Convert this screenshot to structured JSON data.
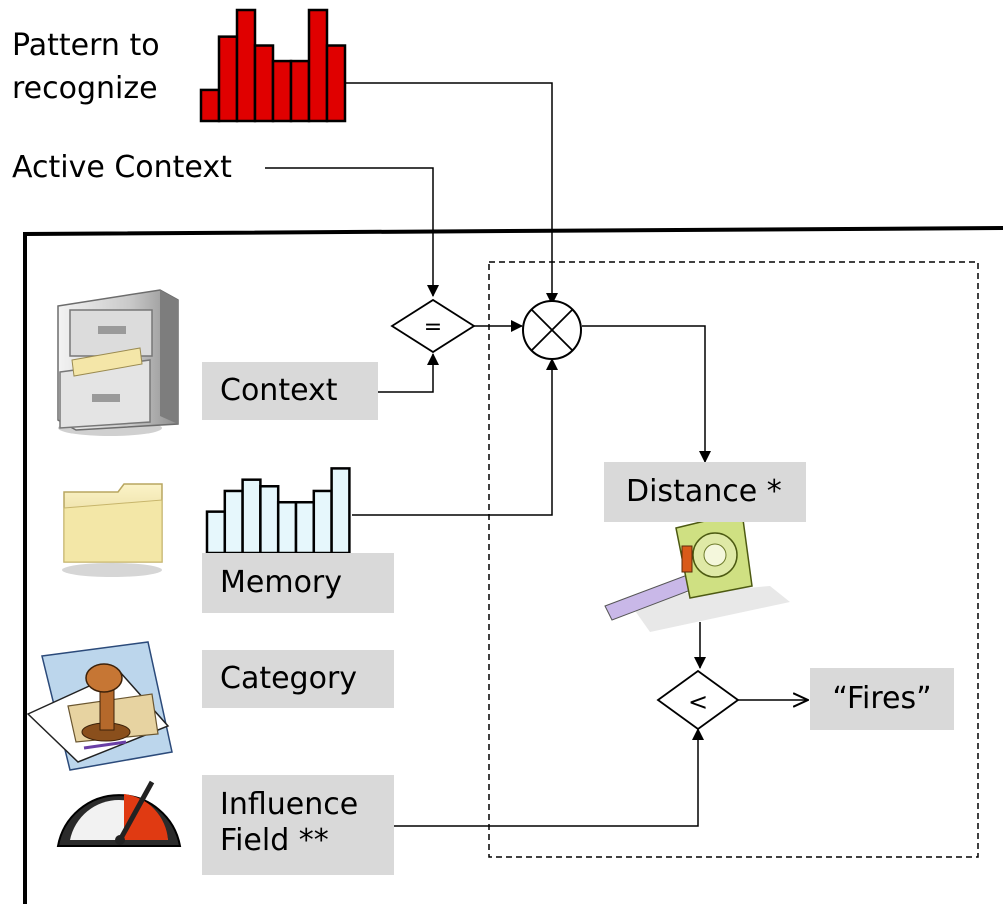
{
  "labels": {
    "pattern_line1": "Pattern to",
    "pattern_line2": "recognize",
    "active_context": "Active Context"
  },
  "boxes": {
    "context": "Context",
    "memory": "Memory",
    "category": "Category",
    "influence_line1": "Influence",
    "influence_line2": "Field **",
    "distance": "Distance *",
    "fires": "“Fires”"
  },
  "operators": {
    "equals": "=",
    "less_than": "<"
  },
  "pattern_bars": [
    0.28,
    0.76,
    1.0,
    0.68,
    0.54,
    0.54,
    1.0,
    0.68
  ],
  "memory_bars": [
    0.44,
    0.66,
    0.78,
    0.71,
    0.54,
    0.54,
    0.66,
    0.9
  ],
  "colors": {
    "pattern_fill": "#e00000",
    "pattern_stroke": "#000000",
    "memory_fill": "#e6f7fc",
    "memory_stroke": "#000000",
    "box_fill": "#d9d9d9"
  },
  "icons": [
    "file-cabinet-icon",
    "folder-icon",
    "stamp-icon",
    "gauge-icon",
    "tape-measure-icon"
  ]
}
